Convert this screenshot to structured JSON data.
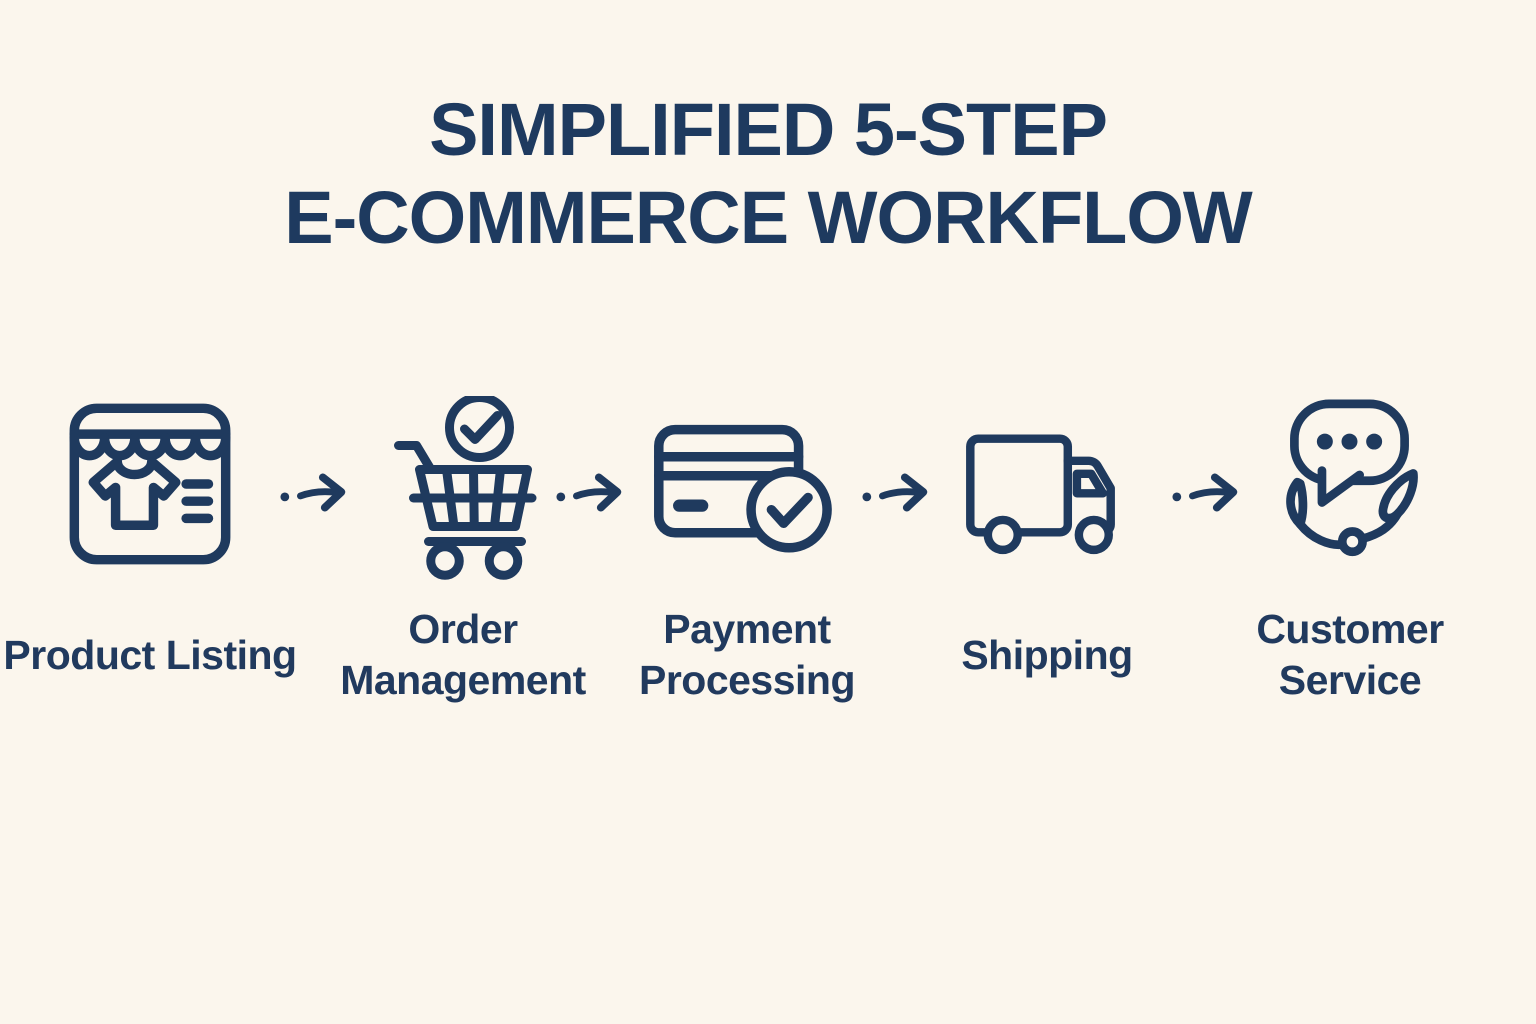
{
  "title": {
    "line1": "SIMPLIFIED 5-STEP",
    "line2": "E-COMMERCE WORKFLOW"
  },
  "steps": [
    {
      "label": "Product Listing",
      "icon": "storefront-icon"
    },
    {
      "label": "Order Management",
      "icon": "cart-check-icon"
    },
    {
      "label": "Payment Processing",
      "icon": "credit-card-check-icon"
    },
    {
      "label": "Shipping",
      "icon": "delivery-truck-icon"
    },
    {
      "label": "Customer Service",
      "icon": "chat-headset-icon"
    }
  ],
  "connectors": {
    "type": "dot-dash-arrow",
    "count": 4
  },
  "colors": {
    "background": "#FBF6ED",
    "ink": "#1F3A5E"
  }
}
